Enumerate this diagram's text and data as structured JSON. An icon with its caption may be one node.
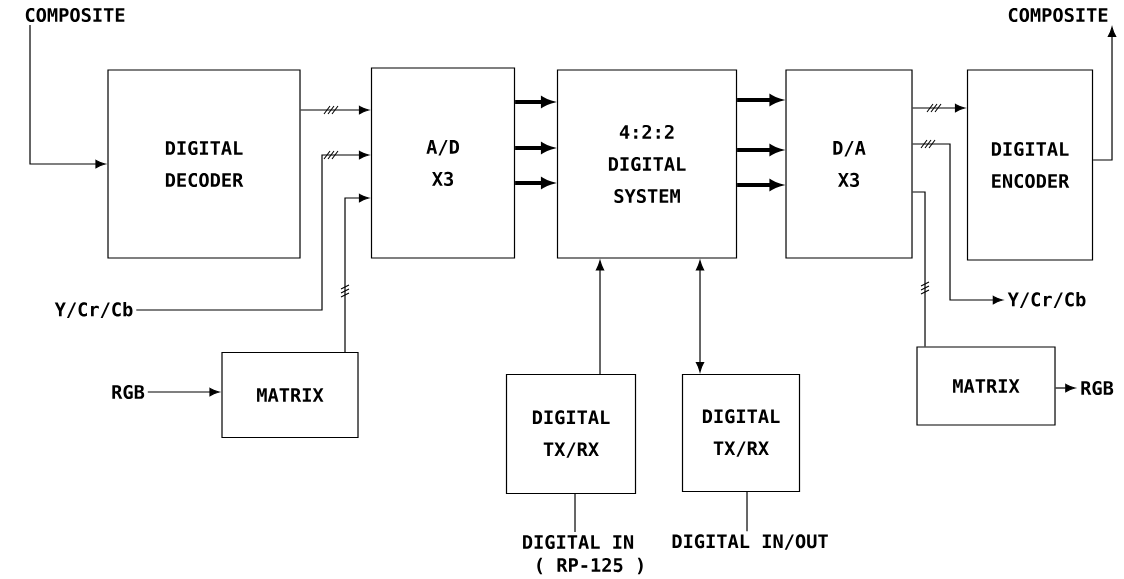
{
  "diagram": {
    "nodes": [
      {
        "text": [
          "COMPOSITE"
        ]
      },
      {
        "text": [
          "DIGITAL DECODER"
        ]
      },
      {
        "text": [
          "A/D X3"
        ]
      },
      {
        "text": [
          "4:2:2 DIGITAL SYSTEM"
        ]
      },
      {
        "text": [
          "D/A X3"
        ]
      },
      {
        "text": [
          "DIGITAL ENCODER"
        ]
      },
      {
        "text": [
          "COMPOSITE"
        ]
      },
      {
        "text": [
          "Y/Cr/Cb"
        ]
      },
      {
        "text": [
          "RGB"
        ]
      },
      {
        "text": [
          "MATRIX"
        ]
      },
      {
        "text": [
          "DIGITAL TX/RX"
        ]
      },
      {
        "text": [
          "DIGITAL TX/RX"
        ]
      },
      {
        "text": [
          "DIGITAL IN"
        ]
      },
      {
        "text": [
          "DIGITAL IN/OUT"
        ]
      },
      {
        "text": [
          "Y/Cr/Cb"
        ]
      },
      {
        "text": [
          "MATRIX"
        ]
      },
      {
        "text": [
          "RGB"
        ]
      }
    ],
    "edges": [
      {
        "from": 0,
        "to": 1,
        "arrow": "to"
      },
      {
        "from": 1,
        "to": 2,
        "arrow": "to"
      },
      {
        "from": 7,
        "to": 2,
        "arrow": "to"
      },
      {
        "from": 9,
        "to": 2,
        "arrow": "to"
      },
      {
        "from": 8,
        "to": 9,
        "arrow": "to"
      },
      {
        "from": 2,
        "to": 3,
        "arrow": "to",
        "style": "thick"
      },
      {
        "from": 2,
        "to": 3,
        "arrow": "to",
        "style": "thick"
      },
      {
        "from": 2,
        "to": 3,
        "arrow": "to",
        "style": "thick"
      },
      {
        "from": 3,
        "to": 4,
        "arrow": "to",
        "style": "thick"
      },
      {
        "from": 3,
        "to": 4,
        "arrow": "to",
        "style": "thick"
      },
      {
        "from": 3,
        "to": 4,
        "arrow": "to",
        "style": "thick"
      },
      {
        "from": 10,
        "to": 3,
        "arrow": "to"
      },
      {
        "from": 11,
        "to": 3,
        "arrow": "both"
      },
      {
        "from": 10,
        "to": 12,
        "arrow": "none"
      },
      {
        "from": 11,
        "to": 13,
        "arrow": "none"
      },
      {
        "from": 4,
        "to": 5,
        "arrow": "to"
      },
      {
        "from": 4,
        "to": 14,
        "arrow": "to"
      },
      {
        "from": 4,
        "to": 15,
        "arrow": "none"
      },
      {
        "from": 15,
        "to": 16,
        "arrow": "to"
      },
      {
        "from": 5,
        "to": 6,
        "arrow": "to"
      }
    ],
    "labels": [
      "( RP-125 )"
    ]
  }
}
